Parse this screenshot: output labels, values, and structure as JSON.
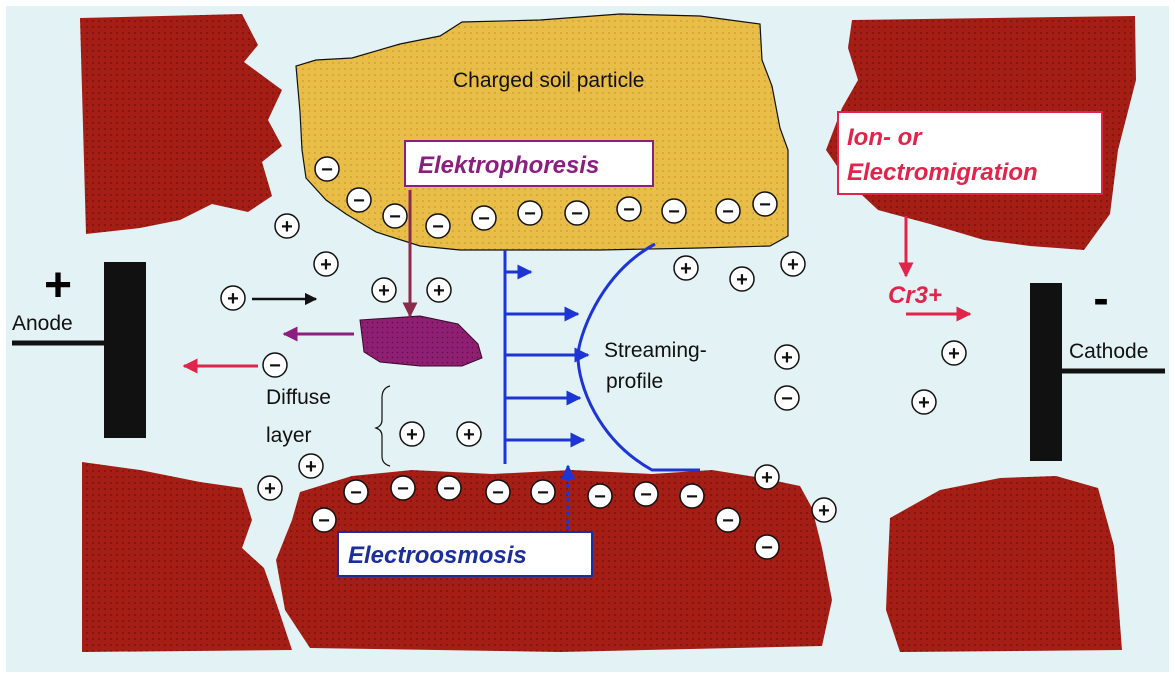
{
  "labels": {
    "charged_soil_particle": "Charged soil particle",
    "elektrophoresis": "Elektrophoresis",
    "ion_migration_line1": "Ion- or",
    "ion_migration_line2": "Electromigration",
    "cr3": "Cr3+",
    "anode": "Anode",
    "cathode": "Cathode",
    "anode_sign": "+",
    "cathode_sign": "-",
    "streaming_line1": "Streaming-",
    "streaming_line2": "profile",
    "diffuse_line1": "Diffuse",
    "diffuse_line2": "layer",
    "electroosmosis": "Electroosmosis"
  },
  "ion_symbols": {
    "positive": "+",
    "negative": "−"
  },
  "colors": {
    "background": "#e3f2f4",
    "soil_grain": "#a41e16",
    "charged_particle": "#e9be48",
    "elektrophoresis_text": "#8b1f7f",
    "migration_text": "#e0244a",
    "electroosmosis_text": "#1c2e9c",
    "flow_arrows": "#1e35d6",
    "migrating_particle": "#8f1f72",
    "electrode": "#111111"
  }
}
